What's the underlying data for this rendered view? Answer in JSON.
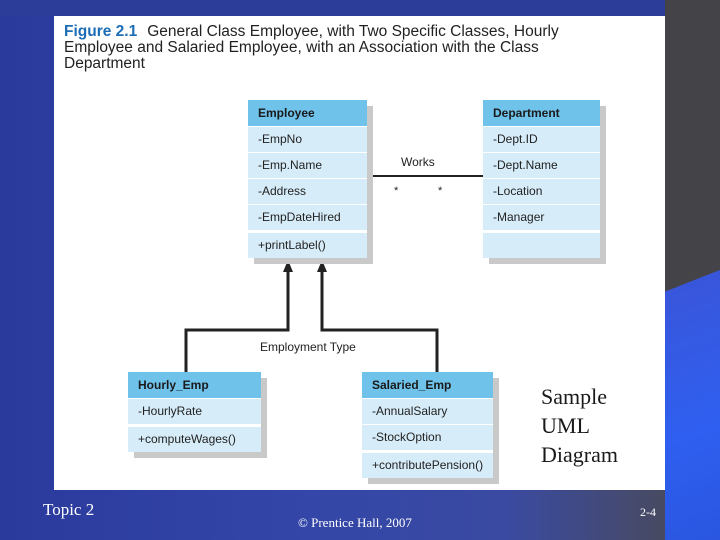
{
  "figure": {
    "number": "Figure 2.1",
    "title_lines": [
      "General Class Employee, with Two Specific Classes, Hourly",
      "Employee and Salaried Employee, with an Association with the Class",
      "Department"
    ]
  },
  "classes": {
    "employee": {
      "name": "Employee",
      "attributes": [
        "-EmpNo",
        "-Emp.Name",
        "-Address",
        "-EmpDateHired"
      ],
      "methods": [
        "+printLabel()"
      ]
    },
    "department": {
      "name": "Department",
      "attributes": [
        "-Dept.ID",
        "-Dept.Name",
        "-Location",
        "-Manager"
      ],
      "methods": [
        ""
      ]
    },
    "hourly_emp": {
      "name": "Hourly_Emp",
      "attributes": [
        "-HourlyRate"
      ],
      "methods": [
        "+computeWages()"
      ]
    },
    "salaried_emp": {
      "name": "Salaried_Emp",
      "attributes": [
        "-AnnualSalary",
        "-StockOption"
      ],
      "methods": [
        "+contributePension()"
      ]
    }
  },
  "association": {
    "label": "Works",
    "multiplicity_left": "*",
    "multiplicity_right": "*"
  },
  "generalization": {
    "label": "Employment Type"
  },
  "caption_lines": [
    "Sample",
    "UML",
    "Diagram"
  ],
  "footer": {
    "left": "Topic 2",
    "center": "© Prentice Hall, 2007",
    "right": "2-4"
  },
  "colors": {
    "class_header": "#6fc2ea",
    "class_body": "#d6ecf8",
    "figure_number": "#1c6db5",
    "slide_background": "#3346a8"
  }
}
